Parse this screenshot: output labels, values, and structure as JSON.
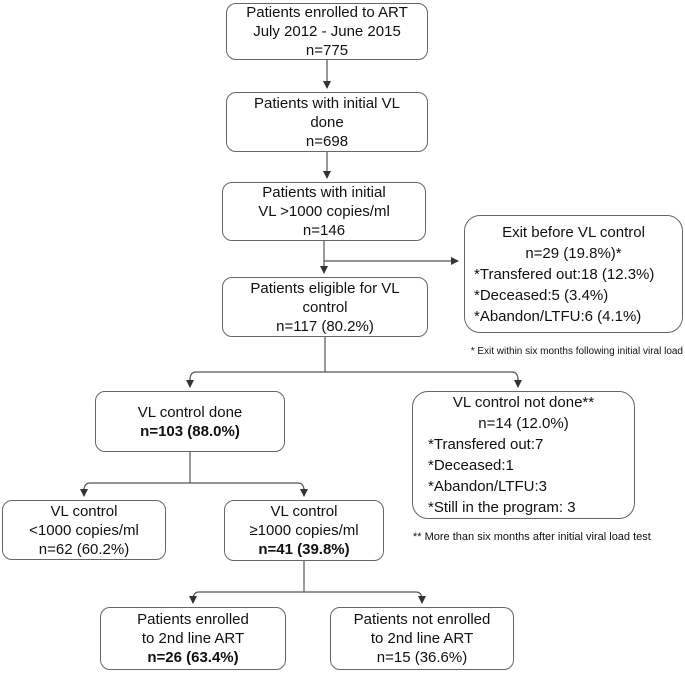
{
  "nodes": {
    "enrolled_art": {
      "lines": [
        "Patients enrolled to ART",
        "July 2012 - June 2015",
        "n=775"
      ]
    },
    "initial_vl_done": {
      "lines": [
        "Patients with initial VL",
        "done",
        "n=698"
      ]
    },
    "initial_vl_gt1000": {
      "lines": [
        "Patients with initial",
        "VL >1000 copies/ml",
        "n=146"
      ]
    },
    "exit_before_vl": {
      "lines": [
        "Exit before VL control",
        "n=29 (19.8%)*",
        "*Transfered out:18 (12.3%)",
        "*Deceased:5 (3.4%)",
        "*Abandon/LTFU:6 (4.1%)"
      ]
    },
    "eligible_vl": {
      "lines": [
        "Patients eligible for VL",
        "control",
        "n=117 (80.2%)"
      ]
    },
    "vl_done": {
      "lines": [
        "VL control done",
        "n=103 (88.0%)"
      ]
    },
    "vl_not_done": {
      "lines": [
        "VL control not done**",
        "n=14 (12.0%)",
        "*Transfered out:7",
        "*Deceased:1",
        "*Abandon/LTFU:3",
        "*Still in the program: 3"
      ]
    },
    "vl_lt1000": {
      "lines": [
        "VL control",
        "<1000 copies/ml",
        "n=62 (60.2%)"
      ]
    },
    "vl_ge1000": {
      "lines": [
        "VL control",
        "≥1000 copies/ml",
        "n=41 (39.8%)"
      ]
    },
    "enrolled_2nd_line": {
      "lines": [
        "Patients enrolled",
        "to 2nd line ART",
        "n=26 (63.4%)"
      ]
    },
    "not_enrolled_2nd_line": {
      "lines": [
        "Patients not enrolled",
        "to 2nd line ART",
        "n=15 (36.6%)"
      ]
    }
  },
  "footnotes": {
    "one": "* Exit within six months following initial viral load",
    "two": "** More than six months after initial viral load test"
  },
  "colors": {
    "box_border": "#666666",
    "connector": "#555555",
    "arrowhead": "#333333",
    "text": "#111111",
    "background": "#ffffff"
  }
}
